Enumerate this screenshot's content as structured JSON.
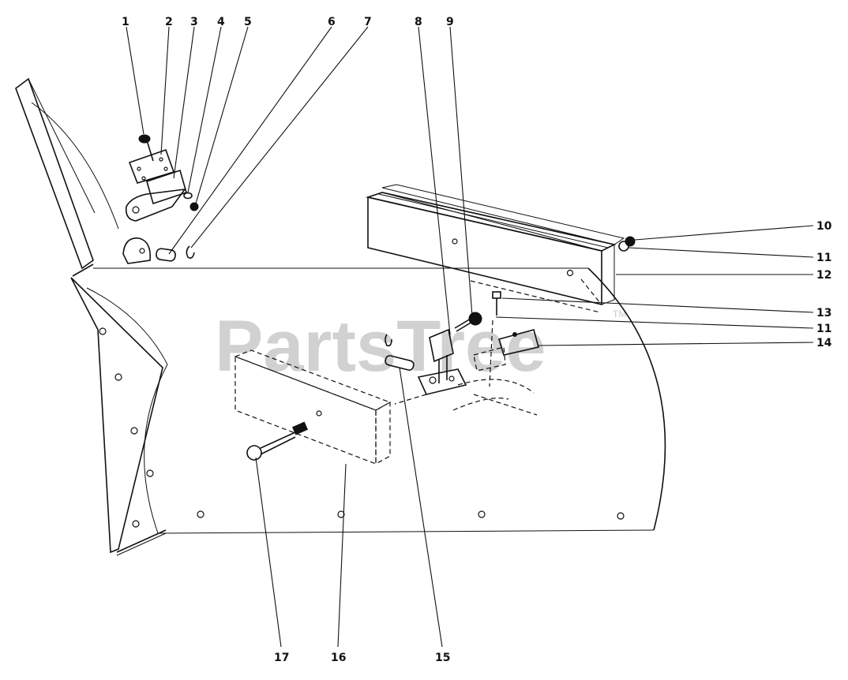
{
  "diagram": {
    "watermark": "PartsTree",
    "watermark_tm": "TM",
    "callouts": [
      "1",
      "2",
      "3",
      "4",
      "5",
      "6",
      "7",
      "8",
      "9",
      "10",
      "11",
      "12",
      "13",
      "11",
      "14",
      "15",
      "16",
      "17"
    ]
  }
}
